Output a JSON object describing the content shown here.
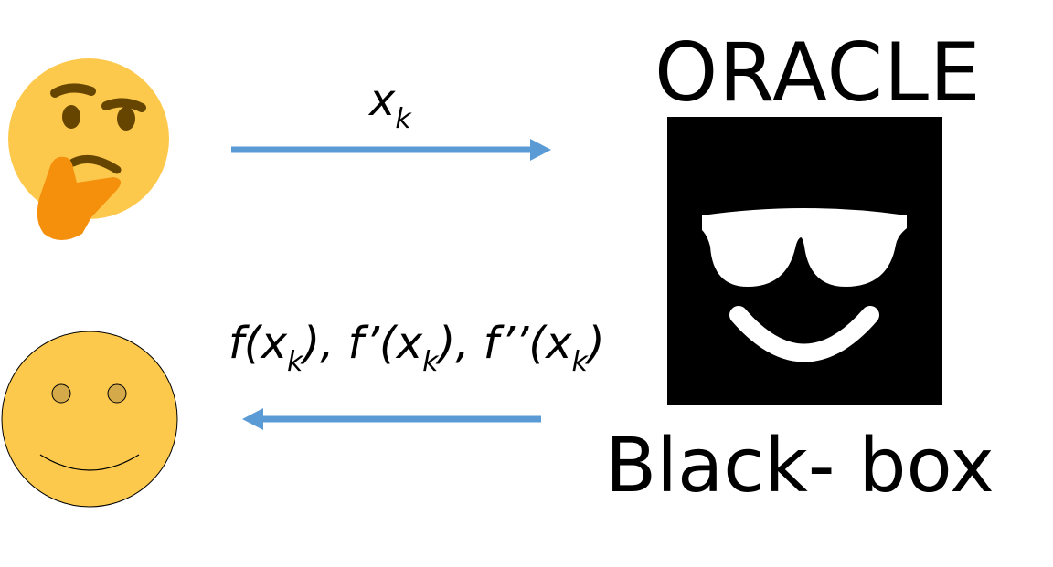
{
  "diagram": {
    "oracle_title": "ORACLE",
    "blackbox_label": "Black- box",
    "query": {
      "base": "x",
      "sub": "k"
    },
    "response": {
      "f1_pre": "f(x",
      "f1_sub": "k",
      "f1_post": "),",
      "f2_pre": " f’(x",
      "f2_sub": "k",
      "f2_post": "),",
      "f3_pre": " f’’(x",
      "f3_sub": "k",
      "f3_post": ")"
    },
    "colors": {
      "arrow": "#5b9bd5",
      "emoji_yellow": "#fdc94d",
      "hand_orange": "#f4900c",
      "brow_brown": "#664500",
      "box_black": "#000000"
    },
    "icons": [
      "thinking-face-icon",
      "smiley-face-icon",
      "sunglasses-face-icon"
    ]
  }
}
